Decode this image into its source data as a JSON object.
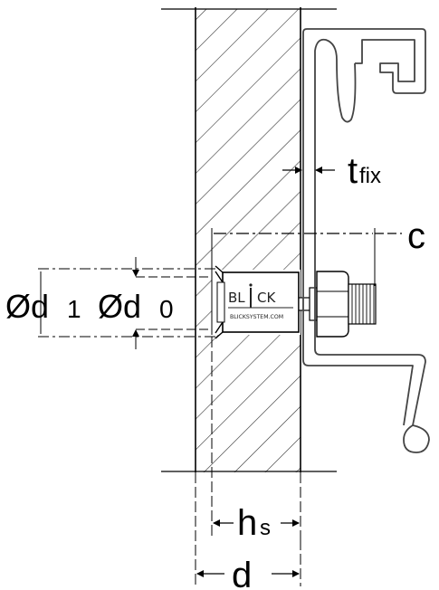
{
  "labels": {
    "t_main": "t",
    "t_sub": "fix",
    "c": "c",
    "d1_main": "Ød",
    "d1_sub": "1",
    "d0_main": "Ød",
    "d0_sub": "0",
    "hs_main": "h",
    "hs_sub": "s",
    "d": "d"
  },
  "anchor_logo": {
    "text_left": "BL",
    "text_right": "CK",
    "website": "BLICKSYSTEM.COM"
  },
  "colors": {
    "line": "#000000",
    "hatch": "#333333",
    "profile": "#444444",
    "dash": "#000000"
  }
}
